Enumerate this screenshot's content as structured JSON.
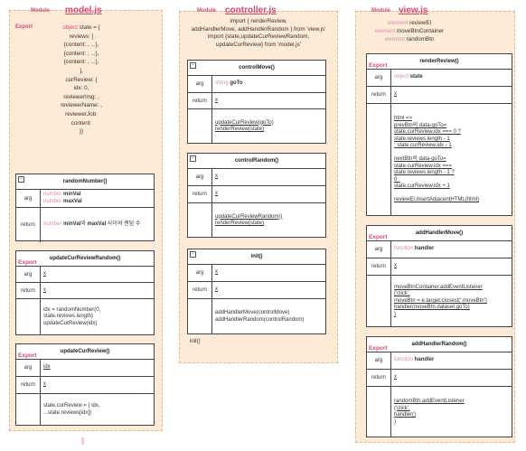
{
  "modules": {
    "model": {
      "tag": "Module",
      "name": "model.js",
      "export_label": "Export",
      "state_decl": {
        "kw": "object",
        "rest": " state = {"
      },
      "state_lines": [
        "reviews: [",
        "{content: , ...},",
        "{content: , ...},",
        "{content: , ...},",
        "],",
        "curReview: {",
        "idx: 0,",
        "reviewerImg: ,",
        "reviewerName: ,",
        "reviewerJob:",
        "content:",
        "}}"
      ],
      "functions": [
        {
          "export": "",
          "name": "randomNumber()",
          "rows": [
            {
              "key": "arg",
              "lines": [
                [
                  [
                    "number ",
                    "pink"
                  ],
                  [
                    "minVal",
                    "b"
                  ]
                ],
                [
                  [
                    "number ",
                    "pink"
                  ],
                  [
                    "maxVal",
                    "b"
                  ]
                ]
              ]
            },
            {
              "key": "return",
              "lines": [
                [
                  [
                    "number ",
                    "pink"
                  ],
                  [
                    "minVal",
                    "b"
                  ],
                  [
                    "와 ",
                    ""
                  ],
                  [
                    "maxVal",
                    "b"
                  ],
                  [
                    " 사이의 랜덤 수",
                    ""
                  ]
                ]
              ]
            }
          ]
        },
        {
          "export": "Export",
          "name": "updateCurReviewRandom()",
          "rows": [
            {
              "key": "arg",
              "lines": [
                [
                  [
                    "x",
                    "ul"
                  ]
                ]
              ]
            },
            {
              "key": "return",
              "lines": [
                [
                  [
                    "x",
                    "ul"
                  ]
                ]
              ]
            },
            {
              "key": "",
              "lines": [
                [
                  [
                    "idx = randomNumber(0,",
                    ""
                  ]
                ],
                [
                  [
                    "state.reviews.length)",
                    ""
                  ]
                ],
                [
                  [
                    "updateCurReview(idx)",
                    ""
                  ]
                ]
              ]
            }
          ]
        },
        {
          "export": "Export",
          "name": "updateCurReview()",
          "rows": [
            {
              "key": "arg",
              "lines": [
                [
                  [
                    "idx",
                    "ul"
                  ]
                ]
              ]
            },
            {
              "key": "return",
              "lines": [
                [
                  [
                    "x",
                    "ul"
                  ]
                ]
              ]
            },
            {
              "key": "",
              "lines": [
                [
                  [
                    "state.curReview = { idx,",
                    ""
                  ]
                ],
                [
                  [
                    "...state.reviews[idx]}",
                    ""
                  ]
                ]
              ]
            }
          ]
        }
      ]
    },
    "controller": {
      "tag": "Module",
      "name": "controller.js",
      "imports": [
        "import { renderReview,",
        "addHandlerMove, addHandlerRandom } from 'view.js'",
        "import {state,updateCurReviewRandom,",
        "updateCurReview} from 'model.js'"
      ],
      "functions": [
        {
          "export": "",
          "name": "controlMove()",
          "rows": [
            {
              "key": "arg",
              "lines": [
                [
                  [
                    "string ",
                    "pink"
                  ],
                  [
                    "goTo",
                    "b"
                  ]
                ]
              ]
            },
            {
              "key": "return",
              "lines": [
                [
                  [
                    "x",
                    "ul"
                  ]
                ]
              ]
            },
            {
              "key": "",
              "lines": [
                [
                  [
                    "updateCurReview(goTo)",
                    "ul"
                  ]
                ],
                [
                  [
                    "renderReview(state)",
                    "ul"
                  ]
                ]
              ]
            }
          ]
        },
        {
          "export": "",
          "name": "controlRandom()",
          "rows": [
            {
              "key": "arg",
              "lines": [
                [
                  [
                    "x",
                    "ul"
                  ]
                ]
              ]
            },
            {
              "key": "return",
              "lines": [
                [
                  [
                    "x",
                    "ul"
                  ]
                ]
              ]
            },
            {
              "key": "",
              "lines": [
                [
                  [
                    "updateCurReviewRandom()",
                    "ul"
                  ]
                ],
                [
                  [
                    "renderReview(state)",
                    "ul"
                  ]
                ]
              ]
            }
          ]
        },
        {
          "export": "",
          "name": "init()",
          "rows": [
            {
              "key": "arg",
              "lines": [
                [
                  [
                    "x",
                    "ul"
                  ]
                ]
              ]
            },
            {
              "key": "return",
              "lines": [
                [
                  [
                    "x",
                    "ul"
                  ]
                ]
              ]
            },
            {
              "key": "",
              "lines": [
                [
                  [
                    "addHandlerMove(controlMove)",
                    ""
                  ]
                ],
                [
                  [
                    "addHandlerRandom(controlRandom)",
                    ""
                  ]
                ]
              ]
            }
          ]
        }
      ],
      "call": "init()"
    },
    "view": {
      "tag": "Module",
      "name": "view.js",
      "elements": [
        [
          "element",
          " reviewEl"
        ],
        [
          "element",
          " moveBtnContainer"
        ],
        [
          "element",
          " randomBtn"
        ]
      ],
      "functions": [
        {
          "export": "Export",
          "name": "renderReview()",
          "rows": [
            {
              "key": "arg",
              "lines": [
                [
                  [
                    "object ",
                    "pink"
                  ],
                  [
                    "state",
                    "b"
                  ]
                ]
              ]
            },
            {
              "key": "return",
              "lines": [
                [
                  [
                    "x",
                    "ul"
                  ]
                ]
              ]
            },
            {
              "key": "",
              "lines": [
                [
                  [
                    "html =>",
                    "ul"
                  ]
                ],
                [
                  [
                    "prevBtn의 data-goTo=",
                    "ul"
                  ]
                ],
                [
                  [
                    "state.curReview.idx  === 0 ?",
                    "ul"
                  ]
                ],
                [
                  [
                    "state.reviews.length - 1",
                    "ul"
                  ]
                ],
                [
                  [
                    ": state.curReview.idx - 1",
                    "ul"
                  ]
                ],
                [
                  [
                    "",
                    ""
                  ]
                ],
                [
                  [
                    "nextBtn의 data-goTo=",
                    "ul"
                  ]
                ],
                [
                  [
                    "state.curReview.idx  ===",
                    "ul"
                  ]
                ],
                [
                  [
                    "state.reviews.length - 1 ?",
                    "ul"
                  ]
                ],
                [
                  [
                    "0 :",
                    "ul"
                  ]
                ],
                [
                  [
                    "state.curReview.idx + 1",
                    "ul"
                  ]
                ],
                [
                  [
                    "",
                    ""
                  ]
                ],
                [
                  [
                    "reviewEl.insertAdjacentHTML(html)",
                    "ul"
                  ]
                ]
              ]
            }
          ]
        },
        {
          "export": "Export",
          "name": "addHandlerMove()",
          "rows": [
            {
              "key": "arg",
              "lines": [
                [
                  [
                    "function ",
                    "pink"
                  ],
                  [
                    "handler",
                    "b"
                  ]
                ]
              ]
            },
            {
              "key": "return",
              "lines": [
                [
                  [
                    "x",
                    "ul"
                  ]
                ]
              ]
            },
            {
              "key": "",
              "lines": [
                [
                  [
                    "moveBtnContainer.addEventListener",
                    "ul"
                  ]
                ],
                [
                  [
                    "('click',",
                    "ul"
                  ]
                ],
                [
                  [
                    "moveBtn = e.target.closest('.moveBtn')",
                    "ul"
                  ]
                ],
                [
                  [
                    "handler(moveBtn.dataset.goTo)",
                    "ul"
                  ]
                ],
                [
                  [
                    ")",
                    "ul"
                  ]
                ]
              ]
            }
          ]
        },
        {
          "export": "Export",
          "name": "addHandlerRandom()",
          "rows": [
            {
              "key": "arg",
              "lines": [
                [
                  [
                    "function ",
                    "pink"
                  ],
                  [
                    "handler",
                    "b"
                  ]
                ]
              ]
            },
            {
              "key": "return",
              "lines": [
                [
                  [
                    "x",
                    "ul"
                  ]
                ]
              ]
            },
            {
              "key": "",
              "lines": [
                [
                  [
                    "randomBtn.addEventListener",
                    "ul"
                  ]
                ],
                [
                  [
                    "('click',",
                    "ul"
                  ]
                ],
                [
                  [
                    "handler()",
                    "ul"
                  ]
                ],
                [
                  [
                    ")",
                    "ul"
                  ]
                ]
              ]
            }
          ]
        }
      ]
    }
  },
  "colors": {
    "module_bg": "#fdebd8",
    "accent": "#d04a78",
    "type_pink": "#e08ab0"
  },
  "icons": {
    "collapse": "minus-box-icon"
  }
}
